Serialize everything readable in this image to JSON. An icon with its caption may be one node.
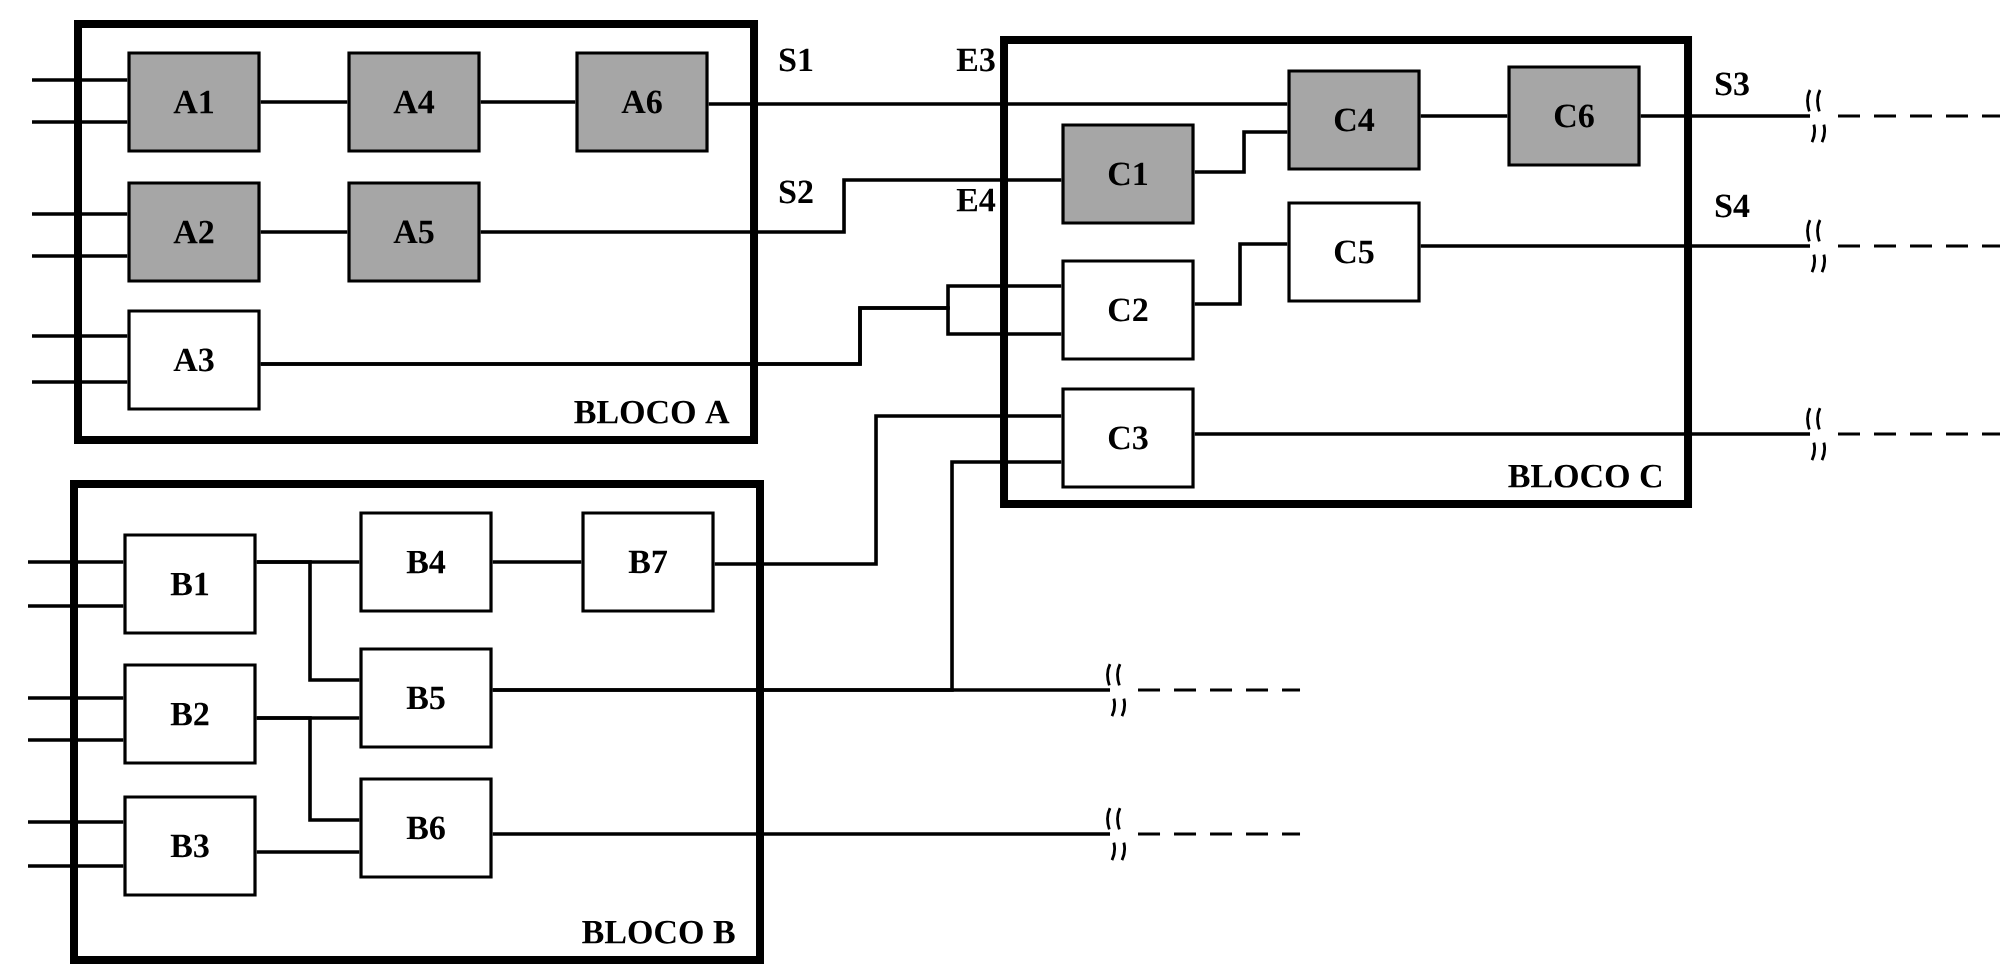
{
  "diagram": {
    "nodes": [
      {
        "text": [
          "BLOCO A"
        ]
      },
      {
        "text": [
          "A1"
        ],
        "in": 0
      },
      {
        "text": [
          "A4"
        ],
        "in": 0
      },
      {
        "text": [
          "A6"
        ],
        "in": 0
      },
      {
        "text": [
          "A2"
        ],
        "in": 0
      },
      {
        "text": [
          "A5"
        ],
        "in": 0
      },
      {
        "text": [
          "A3"
        ],
        "in": 0
      },
      {
        "text": [
          "BLOCO C"
        ]
      },
      {
        "text": [
          "C1"
        ],
        "in": 7
      },
      {
        "text": [
          "C4"
        ],
        "in": 7
      },
      {
        "text": [
          "C6"
        ],
        "in": 7
      },
      {
        "text": [
          "C2"
        ],
        "in": 7
      },
      {
        "text": [
          "C5"
        ],
        "in": 7
      },
      {
        "text": [
          "C3"
        ],
        "in": 7
      },
      {
        "text": [
          "BLOCO B"
        ]
      },
      {
        "text": [
          "B1"
        ],
        "in": 14
      },
      {
        "text": [
          "B4"
        ],
        "in": 14
      },
      {
        "text": [
          "B7"
        ],
        "in": 14
      },
      {
        "text": [
          "B2"
        ],
        "in": 14
      },
      {
        "text": [
          "B5"
        ],
        "in": 14
      },
      {
        "text": [
          "B3"
        ],
        "in": 14
      },
      {
        "text": [
          "B6"
        ],
        "in": 14
      }
    ],
    "edges": [
      {
        "from": null,
        "to": 1,
        "arrow": "none"
      },
      {
        "from": null,
        "to": 1,
        "arrow": "none"
      },
      {
        "from": null,
        "to": 4,
        "arrow": "none"
      },
      {
        "from": null,
        "to": 4,
        "arrow": "none"
      },
      {
        "from": null,
        "to": 6,
        "arrow": "none"
      },
      {
        "from": null,
        "to": 6,
        "arrow": "none"
      },
      {
        "from": 1,
        "to": 2,
        "arrow": "none"
      },
      {
        "from": 2,
        "to": 3,
        "arrow": "none"
      },
      {
        "from": 3,
        "to": 9,
        "arrow": "none"
      },
      {
        "from": 4,
        "to": 5,
        "arrow": "none"
      },
      {
        "from": 5,
        "to": 8,
        "arrow": "none"
      },
      {
        "from": 6,
        "to": 11,
        "arrow": "none"
      },
      {
        "from": 6,
        "to": 11,
        "arrow": "none"
      },
      {
        "from": 8,
        "to": 9,
        "arrow": "none"
      },
      {
        "from": 9,
        "to": 10,
        "arrow": "none"
      },
      {
        "from": 10,
        "to": null,
        "arrow": "none"
      },
      {
        "from": 11,
        "to": 12,
        "arrow": "none"
      },
      {
        "from": 12,
        "to": null,
        "arrow": "none"
      },
      {
        "from": 13,
        "to": null,
        "arrow": "none"
      },
      {
        "from": null,
        "to": 15,
        "arrow": "none"
      },
      {
        "from": null,
        "to": 15,
        "arrow": "none"
      },
      {
        "from": null,
        "to": 18,
        "arrow": "none"
      },
      {
        "from": null,
        "to": 18,
        "arrow": "none"
      },
      {
        "from": null,
        "to": 20,
        "arrow": "none"
      },
      {
        "from": null,
        "to": 20,
        "arrow": "none"
      },
      {
        "from": 15,
        "to": 16,
        "arrow": "none"
      },
      {
        "from": 15,
        "to": 19,
        "arrow": "none"
      },
      {
        "from": 18,
        "to": 19,
        "arrow": "none"
      },
      {
        "from": 18,
        "to": 21,
        "arrow": "none"
      },
      {
        "from": 20,
        "to": 21,
        "arrow": "none"
      },
      {
        "from": 16,
        "to": 17,
        "arrow": "none"
      },
      {
        "from": 17,
        "to": 13,
        "arrow": "none"
      },
      {
        "from": 19,
        "to": 13,
        "arrow": "none"
      },
      {
        "from": 19,
        "to": null,
        "arrow": "none"
      },
      {
        "from": 21,
        "to": null,
        "arrow": "none"
      }
    ],
    "labels": [
      "S1",
      "E3",
      "S3",
      "S2",
      "E4",
      "S4"
    ]
  }
}
